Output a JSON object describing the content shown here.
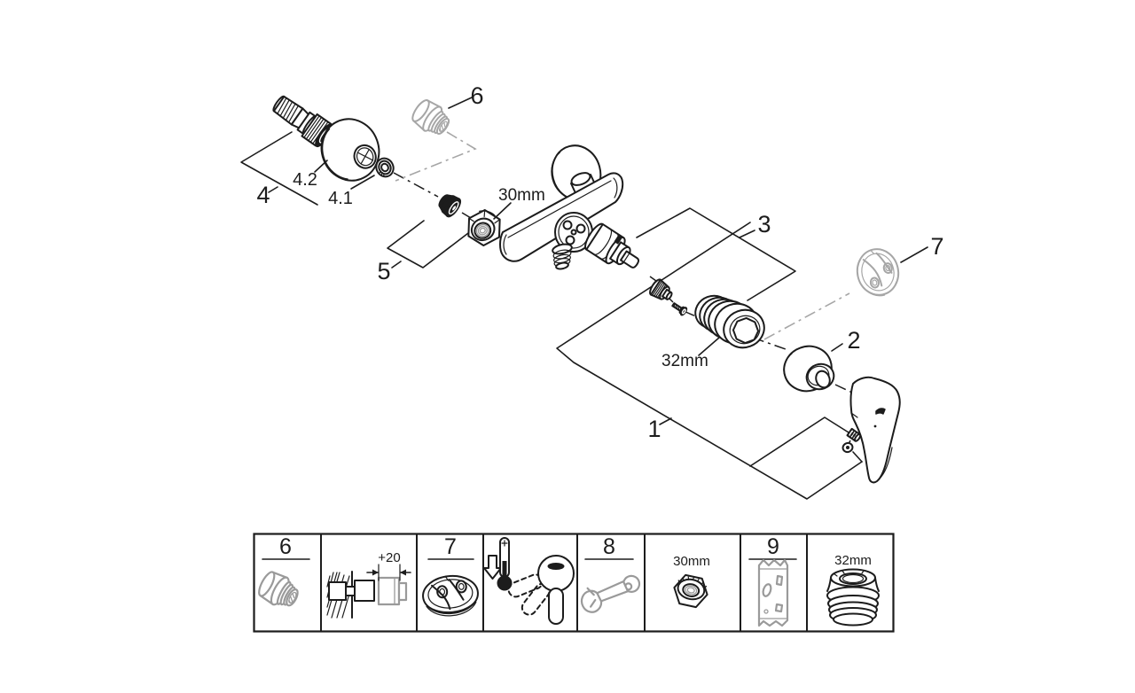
{
  "callouts": {
    "part1": "1",
    "part2": "2",
    "part3": "3",
    "part4": "4",
    "part4_1": "4.1",
    "part4_2": "4.2",
    "part5": "5",
    "part6": "6",
    "part7": "7"
  },
  "dimensions": {
    "nut30": "30mm",
    "ring32": "32mm"
  },
  "legend": {
    "cap_number": "6",
    "extension_dim": "+20",
    "flow_number": "7",
    "wrench_number": "8",
    "nut_dim": "30mm",
    "socket_number": "9",
    "ring_dim": "32mm"
  },
  "icons": {
    "legend_panel_icons": [
      "coupling-cap-icon",
      "wall-extension-diagram-icon",
      "flow-restrictor-icon",
      "temperature-lever-icon",
      "wrench-icon",
      "nut-30mm-icon",
      "socket-tool-icon",
      "adapter-ring-32mm-icon"
    ]
  },
  "colors": {
    "line": "#1c1c1c",
    "phantom": "#a6a6a6",
    "legend_grey": "#9a9a9a",
    "background": "#ffffff"
  }
}
